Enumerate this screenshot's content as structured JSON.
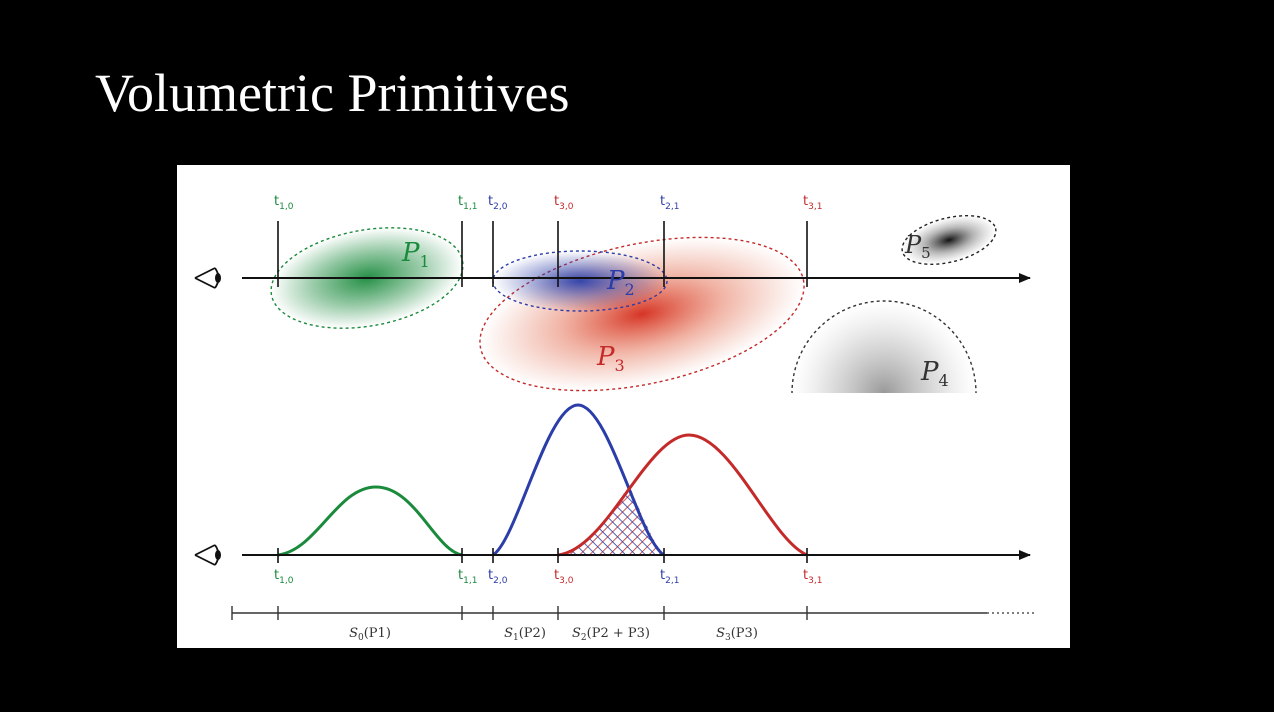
{
  "slide": {
    "title": "Volumetric Primitives"
  },
  "colors": {
    "green": "#1a8a3c",
    "blue": "#2b3da8",
    "red": "#c42a2a",
    "gray": "#555555",
    "background": "#000000",
    "panel": "#ffffff"
  },
  "icons": [
    "eye-icon"
  ],
  "diagram": {
    "top_ticks": [
      {
        "main": "t",
        "sub": "1,0",
        "color": "green"
      },
      {
        "main": "t",
        "sub": "1,1",
        "color": "green"
      },
      {
        "main": "t",
        "sub": "2,0",
        "color": "blue"
      },
      {
        "main": "t",
        "sub": "3,0",
        "color": "red"
      },
      {
        "main": "t",
        "sub": "2,1",
        "color": "blue"
      },
      {
        "main": "t",
        "sub": "3,1",
        "color": "red"
      }
    ],
    "bottom_ticks": [
      {
        "main": "t",
        "sub": "1,0",
        "color": "green"
      },
      {
        "main": "t",
        "sub": "1,1",
        "color": "green"
      },
      {
        "main": "t",
        "sub": "2,0",
        "color": "blue"
      },
      {
        "main": "t",
        "sub": "3,0",
        "color": "red"
      },
      {
        "main": "t",
        "sub": "2,1",
        "color": "blue"
      },
      {
        "main": "t",
        "sub": "3,1",
        "color": "red"
      }
    ],
    "primitives": [
      {
        "letter": "P",
        "sub": "1",
        "color": "green"
      },
      {
        "letter": "P",
        "sub": "2",
        "color": "blue"
      },
      {
        "letter": "P",
        "sub": "3",
        "color": "red"
      },
      {
        "letter": "P",
        "sub": "4",
        "color": "gray"
      },
      {
        "letter": "P",
        "sub": "5",
        "color": "gray"
      }
    ],
    "segments": [
      {
        "label": "S",
        "sub": "0",
        "arg": "(P1)"
      },
      {
        "label": "S",
        "sub": "1",
        "arg": "(P2)"
      },
      {
        "label": "S",
        "sub": "2",
        "arg": "(P2 + P3)"
      },
      {
        "label": "S",
        "sub": "3",
        "arg": "(P3)"
      }
    ]
  }
}
